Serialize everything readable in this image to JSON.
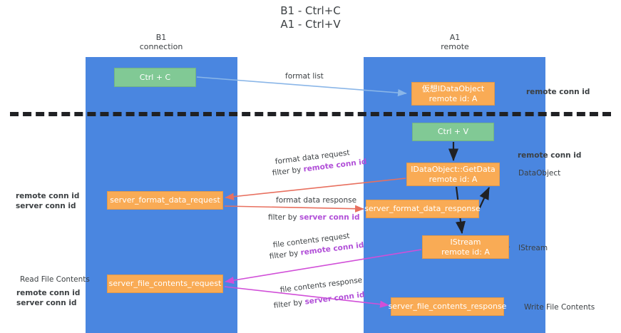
{
  "title": "B1 - Ctrl+C\nA1 - Ctrl+V",
  "lanes": [
    {
      "id": "b1",
      "heading": "B1\nconnection"
    },
    {
      "id": "a1",
      "heading": "A1\nremote"
    }
  ],
  "nodes": {
    "ctrl_c": {
      "line1": "Ctrl + C",
      "line2": "",
      "color": "#81c995"
    },
    "data_object": {
      "line1": "仮想IDataObject",
      "line2": "remote id: A",
      "color": "#f9ab55"
    },
    "ctrl_v": {
      "line1": "Ctrl + V",
      "line2": "",
      "color": "#81c995"
    },
    "get_data": {
      "line1": "IDataObject::GetData",
      "line2": "remote id: A",
      "color": "#f9ab55"
    },
    "fmt_req": {
      "line1": "server_format_data_request",
      "line2": "",
      "color": "#f9ab55"
    },
    "fmt_resp": {
      "line1": "server_format_data_response",
      "line2": "",
      "color": "#f9ab55"
    },
    "istream": {
      "line1": "IStream",
      "line2": "remote id: A",
      "color": "#f9ab55"
    },
    "file_req": {
      "line1": "server_file_contents_request",
      "line2": "",
      "color": "#f9ab55"
    },
    "file_resp": {
      "line1": "server_file_contents_response",
      "line2": "",
      "color": "#f9ab55"
    }
  },
  "edge_labels": {
    "format_list": "format list",
    "fmt_req_l1": "format data request",
    "fmt_req_filter": "filter by ",
    "fmt_req_key": "remote conn id",
    "fmt_resp_l1": "format data response",
    "fmt_resp_filter": "filter by ",
    "fmt_resp_key": "server conn id",
    "file_req_l1": "file contents request",
    "file_req_filter": "filter by ",
    "file_req_key": "remote conn id",
    "file_resp_l1": "file contents response",
    "file_resp_filter": "filter by ",
    "file_resp_key": "server conn id"
  },
  "side_labels": {
    "right_remote_conn_top": "remote conn id",
    "right_remote_conn_mid": "remote conn id",
    "right_dataobject": "DataObject",
    "right_istream": "IStream",
    "right_write_file": "Write File Contents",
    "left_keys_mid_remote": "remote conn id",
    "left_keys_mid_server": "server conn id",
    "left_read_file": "Read File Contents",
    "left_keys_low_remote": "remote conn id",
    "left_keys_low_server": "server conn id"
  },
  "colors": {
    "lane": "#4a86e0",
    "green_box": "#81c995",
    "orange_box": "#f9ab55",
    "purple_text": "#b14fd8",
    "green_text": "#5fa877",
    "arrow_blue": "#8ab6e8",
    "arrow_red": "#e8705f",
    "arrow_magenta": "#d14fd8",
    "arrow_black": "#202124",
    "divider": "#202124"
  }
}
